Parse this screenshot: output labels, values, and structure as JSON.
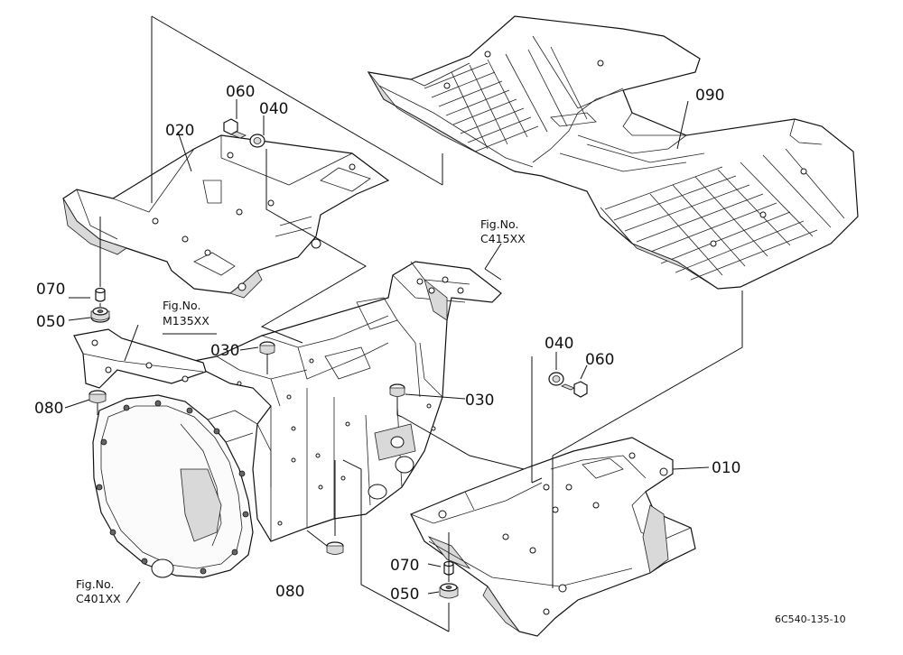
{
  "labels": {
    "p060_top": "060",
    "p040_top": "040",
    "p020": "020",
    "p090": "090",
    "p070_left": "070",
    "p050_left": "050",
    "p030_a": "030",
    "p080_left": "080",
    "p030_b": "030",
    "p040_right": "040",
    "p060_right": "060",
    "p010": "010",
    "p080_bottom": "080",
    "p070_bottom": "070",
    "p050_bottom": "050"
  },
  "fig_refs": {
    "c415_title": "Fig.No.",
    "c415_code": "C415XX",
    "m135_title": "Fig.No.",
    "m135_code": "M135XX",
    "c401_title": "Fig.No.",
    "c401_code": "C401XX"
  },
  "drawing_code": "6C540-135-10"
}
